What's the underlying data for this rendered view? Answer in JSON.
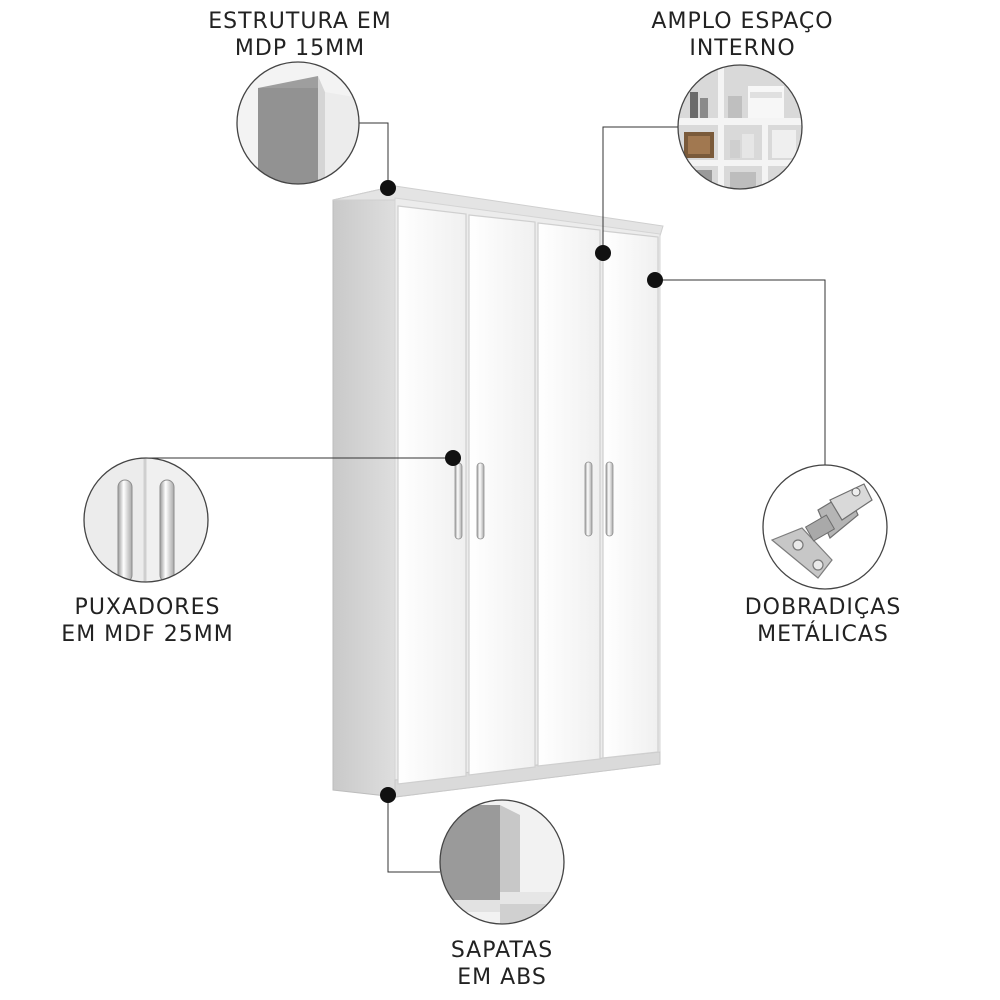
{
  "callouts": {
    "estrutura": {
      "line1": "ESTRUTURA EM",
      "line2": "MDP 15MM",
      "icon": "panel-edge-detail"
    },
    "amplo": {
      "line1": "AMPLO ESPAÇO",
      "line2": "INTERNO",
      "icon": "interior-shelves-photo"
    },
    "puxadores": {
      "line1": "PUXADORES",
      "line2": "EM MDF 25MM",
      "icon": "door-handles-detail"
    },
    "dobradicas": {
      "line1": "DOBRADIÇAS",
      "line2": "METÁLICAS",
      "icon": "metal-hinge-photo"
    },
    "sapatas": {
      "line1": "SAPATAS",
      "line2": "EM ABS",
      "icon": "base-foot-detail"
    }
  },
  "product": {
    "name": "wardrobe-four-doors",
    "doors": 4,
    "color": "#f4f4f4"
  },
  "colors": {
    "leader": "#333333",
    "dot": "#111111",
    "circle_border": "#444444"
  }
}
